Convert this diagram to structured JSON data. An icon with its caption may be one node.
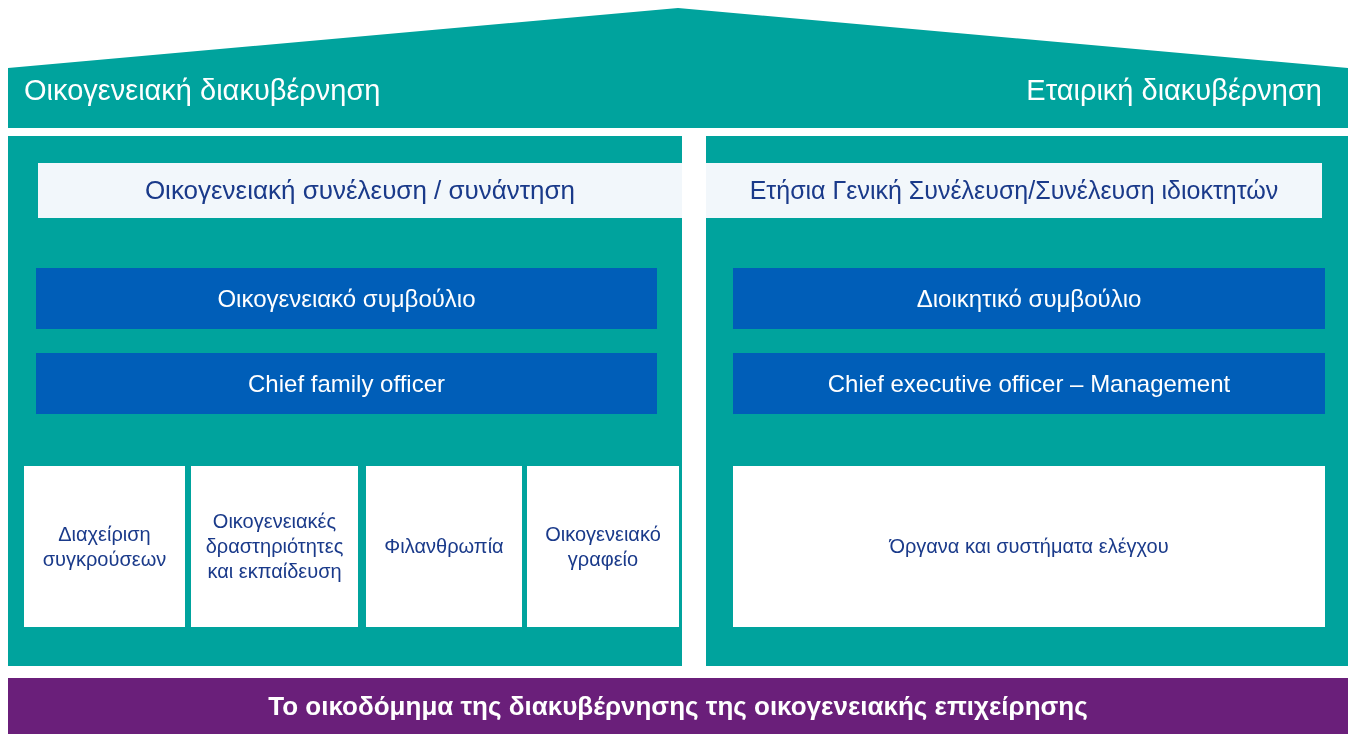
{
  "diagram": {
    "nodes": [
      {
        "text": [
          "Οικογενειακή διακυβέρνηση",
          "Εταιρική διακυβέρνηση"
        ]
      },
      {
        "text": [],
        "shape": "box"
      },
      {
        "text": [
          "Οικογενειακή συνέλευση / συνάντηση"
        ],
        "in": 1
      },
      {
        "text": [
          "Οικογενειακό συμβούλιο"
        ],
        "in": 1
      },
      {
        "text": [
          "Chief family officer"
        ],
        "in": 1
      },
      {
        "text": [
          "Διαχείριση συγκρούσεων"
        ],
        "in": 1
      },
      {
        "text": [
          "Οικογενειακές δραστηριότητες και εκπαίδευση"
        ],
        "in": 1
      },
      {
        "text": [
          "Φιλανθρωπία"
        ],
        "in": 1
      },
      {
        "text": [
          "Οικογενειακό γραφείο"
        ],
        "in": 1
      },
      {
        "text": [],
        "shape": "box"
      },
      {
        "text": [
          "Ετήσια Γενική Συνέλευση/Συνέλευση ιδιοκτητών"
        ],
        "in": 9
      },
      {
        "text": [
          "Διοικητικό συμβούλιο"
        ],
        "in": 9
      },
      {
        "text": [
          "Chief executive officer – Management"
        ],
        "in": 9
      },
      {
        "text": [
          "Όργανα και συστήματα ελέγχου"
        ],
        "in": 9
      },
      {
        "text": [
          "Το οικοδόμημα της διακυβέρνησης της οικογενειακής επιχείρησης"
        ]
      }
    ],
    "edges": []
  }
}
